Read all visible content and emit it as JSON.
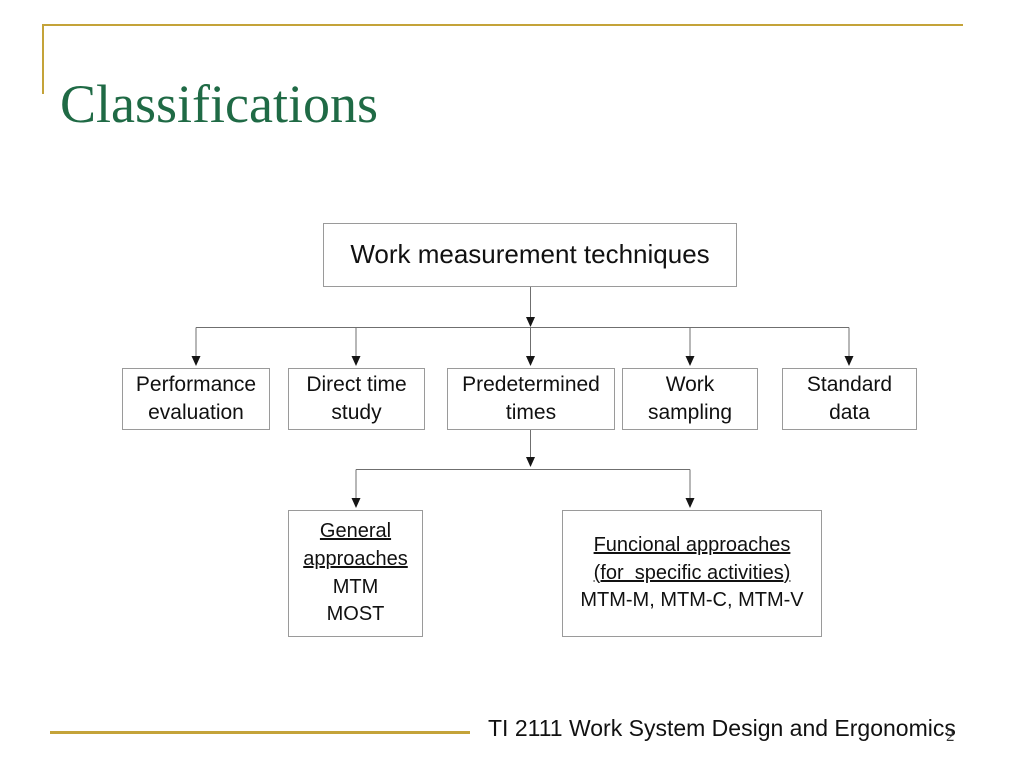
{
  "title": "Classifications",
  "theme": {
    "colors": {
      "gold": "#C4A339",
      "green": "#1F6A45"
    }
  },
  "diagram": {
    "root": {
      "label": "Work measurement techniques"
    },
    "level2": [
      {
        "label": "Performance evaluation"
      },
      {
        "label": "Direct time study"
      },
      {
        "label": "Predetermined times"
      },
      {
        "label": "Work sampling"
      },
      {
        "label": "Standard data"
      }
    ],
    "level3": {
      "general": {
        "lines": [
          "General",
          "approaches",
          "MTM",
          "MOST"
        ]
      },
      "funcional": {
        "lines": [
          "Funcional approaches",
          "(for  specific activities)",
          "MTM-M, MTM-C, MTM-V"
        ]
      }
    }
  },
  "footer": {
    "course": "TI 2111 Work System Design and Ergonomics",
    "page_number": "2"
  }
}
